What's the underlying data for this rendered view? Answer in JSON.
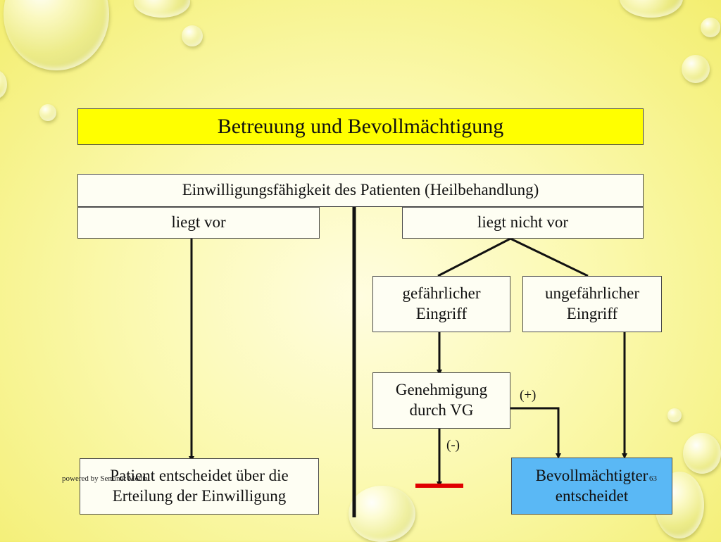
{
  "diagram": {
    "title": "Betreuung und Bevollmächtigung",
    "capacity": "Einwilligungsfähigkeit des Patienten (Heilbehandlung)",
    "present": "liegt vor",
    "not_present": "liegt nicht vor",
    "dangerous": "gefährlicher\nEingriff",
    "harmless": "ungefährlicher\nEingriff",
    "approval": "Genehmigung\ndurch VG",
    "patient_decides": "Patient entscheidet über die\nErteilung der Einwilligung",
    "agent_decides": "Bevollmächtigter\nentscheidet",
    "plus_label": "(+)",
    "minus_label": "(-)"
  },
  "footer": {
    "powered_by": "powered by Seminar Media",
    "page_number": "63"
  },
  "colors": {
    "title_fill": "#ffff00",
    "agent_fill": "#5ab8f5",
    "stop_bar": "#e00000"
  }
}
